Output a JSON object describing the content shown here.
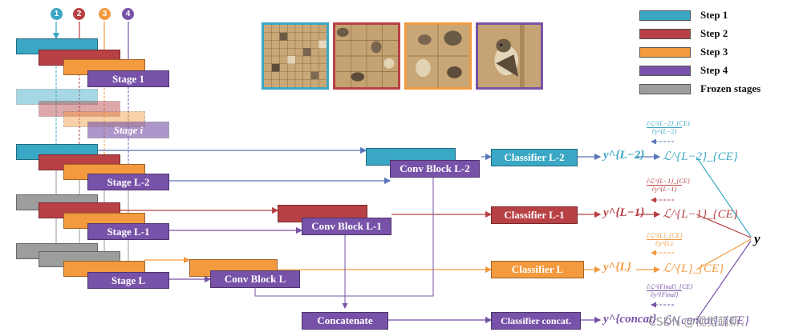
{
  "colors": {
    "step1": "#3aa7c4",
    "step2": "#b84145",
    "step3": "#f39a3f",
    "step4": "#7752a8",
    "frozen": "#9d9d9d"
  },
  "step_numbers": [
    "1",
    "2",
    "3",
    "4"
  ],
  "legend": [
    "Step 1",
    "Step 2",
    "Step 3",
    "Step 4",
    "Frozen stages"
  ],
  "stages": {
    "s1": "Stage 1",
    "si": "Stage i",
    "sl2": "Stage L-2",
    "sl1": "Stage L-1",
    "sl": "Stage L"
  },
  "conv_blocks": {
    "l2": "Conv Block L-2",
    "l1": "Conv Block L-1",
    "l": "Conv Block L"
  },
  "concatenate": "Concatenate",
  "classifiers": {
    "l2": "Classifier L-2",
    "l1": "Classifier L-1",
    "l": "Classifier L",
    "concat": "Classifier concat."
  },
  "outputs": {
    "l2": "y^{L−2}",
    "l1": "y^{L−1}",
    "l": "y^{L}",
    "concat": "y^{concat}"
  },
  "losses": {
    "l2": "ℒ^{L−2}_{CE}",
    "l1": "ℒ^{L−1}_{CE}",
    "l": "ℒ^{L}_{CE}",
    "concat": "ℒ^{concat}_{CE}"
  },
  "gradients": {
    "l2": [
      "∂ℒ^{L−2}_{CE}",
      "∂y^{L−2}"
    ],
    "l1": [
      "∂ℒ^{L−1}_{CE}",
      "∂y^{L−1}"
    ],
    "l": [
      "∂ℒ^{L}_{CE}",
      "∂y^{L}"
    ],
    "concat": [
      "∂ℒ^{Final}_{CE}",
      "∂y^{Final}"
    ]
  },
  "target": "y",
  "watermark": "CSDN @视觉萌新、"
}
